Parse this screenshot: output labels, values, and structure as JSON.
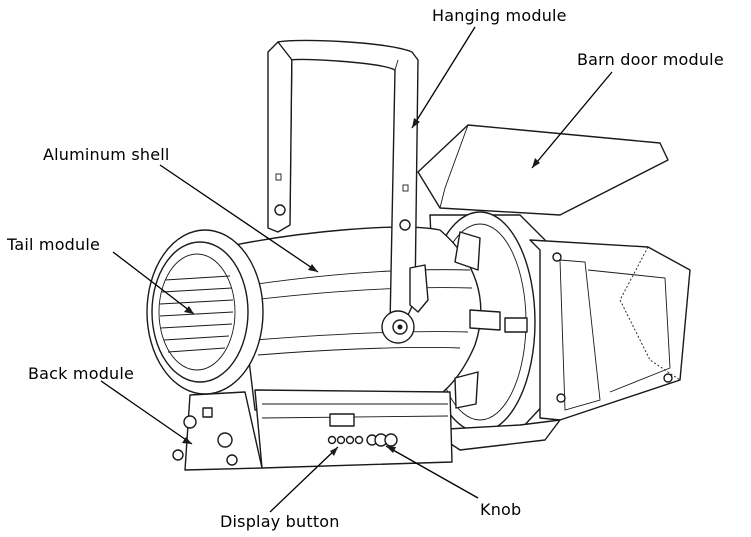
{
  "labels": {
    "hanging_module": "Hanging module",
    "barn_door_module": "Barn door module",
    "aluminum_shell": "Aluminum shell",
    "tail_module": "Tail module",
    "back_module": "Back module",
    "display_button": "Display button",
    "knob": "Knob"
  },
  "colors": {
    "line": "#1a1a1a",
    "background": "#ffffff"
  }
}
